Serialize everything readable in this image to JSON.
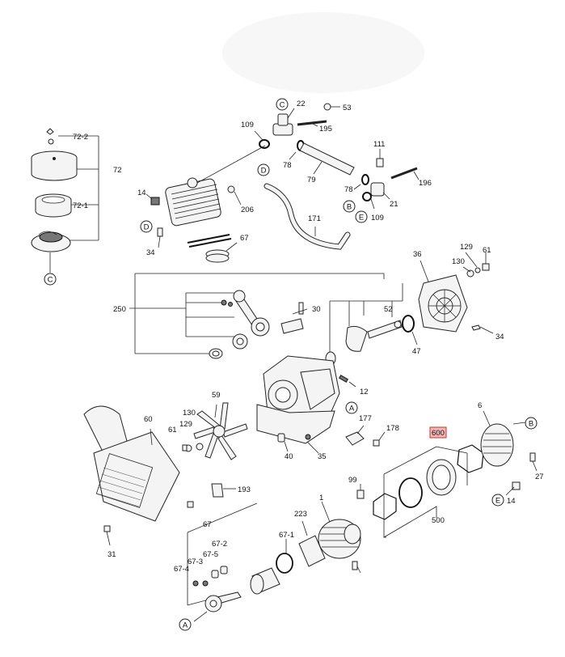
{
  "callouts": {
    "c22": "22",
    "c53": "53",
    "c195": "195",
    "c109a": "109",
    "c78a": "78",
    "c79": "79",
    "c111": "111",
    "c78b": "78",
    "c196": "196",
    "c21": "21",
    "c109b": "109",
    "c171": "171",
    "c72_2": "72-2",
    "c72": "72",
    "c72_1": "72-1",
    "c14a": "14",
    "c206": "206",
    "c34a": "34",
    "c67a": "67",
    "c250": "250",
    "c30": "30",
    "c52": "52",
    "c47": "47",
    "c36": "36",
    "c129a": "129",
    "c61a": "61",
    "c130a": "130",
    "c34b": "34",
    "c12": "12",
    "c59": "59",
    "c60": "60",
    "c130b": "130",
    "c61b": "61",
    "c129b": "129",
    "c177": "177",
    "c178": "178",
    "c40": "40",
    "c35": "35",
    "c193": "193",
    "c6": "6",
    "c600": "600",
    "c27": "27",
    "c14b": "14",
    "c99": "99",
    "c1": "1",
    "c500": "500",
    "c223": "223",
    "c67_1": "67-1",
    "c67b": "67",
    "c67_2": "67-2",
    "c67_5": "67-5",
    "c67_3": "67-3",
    "c67_4": "67-4",
    "c31": "31"
  },
  "circle_refs": {
    "cC_top": "C",
    "cD1": "D",
    "cD2": "D",
    "cB1": "B",
    "cE1": "E",
    "cC_left": "C",
    "cA1": "A",
    "cB2": "B",
    "cE2": "E",
    "cA2": "A"
  },
  "highlight_color": "#f2b6b6"
}
